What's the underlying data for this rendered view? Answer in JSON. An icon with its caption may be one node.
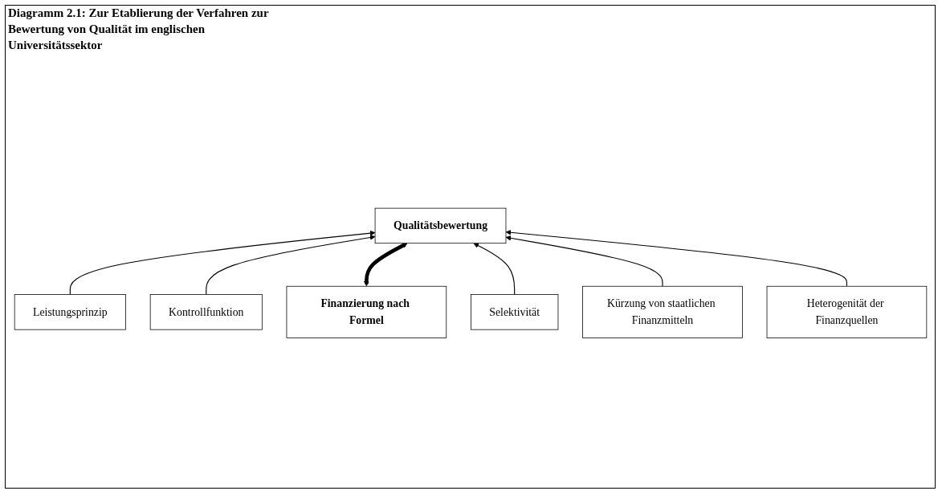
{
  "diagram": {
    "title": "Diagramm 2.1: Zur Etablierung der Verfahren zur Bewertung von Qualität im englischen Universitätssektor",
    "nodes": [
      {
        "text": [
          "Kontrollfunktion"
        ]
      },
      {
        "text": [
          "Leistungsprinzip"
        ]
      },
      {
        "text": [
          "Finanzierung nach Formel"
        ]
      },
      {
        "text": [
          "Qualitätsbewertung"
        ]
      },
      {
        "text": [
          "Selektivität"
        ]
      },
      {
        "text": [
          "Heterogenität der Finanzquellen"
        ]
      },
      {
        "text": [
          "Kürzung von staatlichen Finanzmitteln"
        ]
      }
    ],
    "edges": [
      {
        "from": 1,
        "to": 3,
        "arrow": "to"
      },
      {
        "from": 0,
        "to": 3,
        "arrow": "to"
      },
      {
        "from": 2,
        "to": 3,
        "arrow": "both",
        "style": "thick"
      },
      {
        "from": 4,
        "to": 3,
        "arrow": "to"
      },
      {
        "from": 6,
        "to": 3,
        "arrow": "to"
      },
      {
        "from": 5,
        "to": 3,
        "arrow": "to"
      }
    ]
  }
}
